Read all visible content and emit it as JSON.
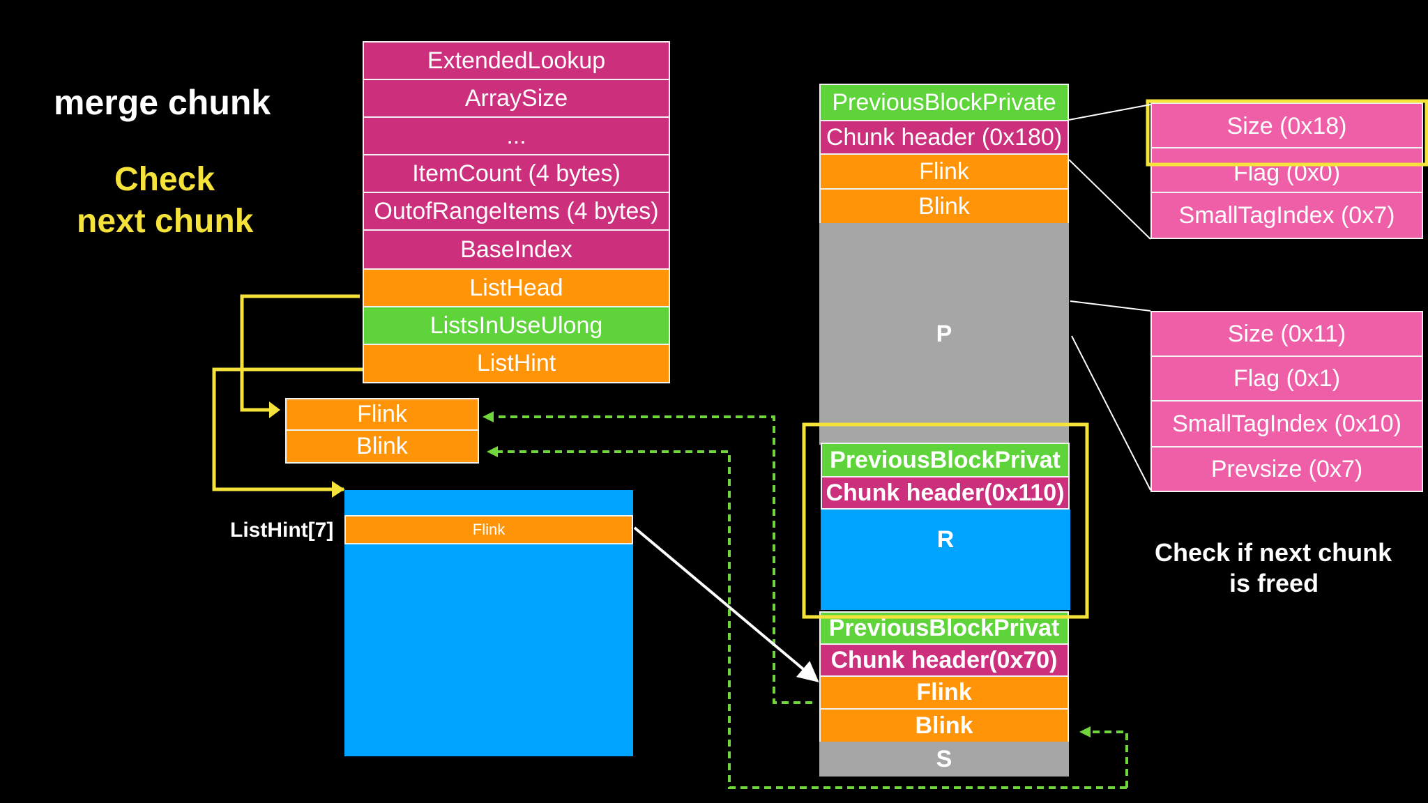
{
  "title": "merge chunk",
  "subtitle_line1": "Check",
  "subtitle_line2": "next chunk",
  "heap_struct": [
    "ExtendedLookup",
    "ArraySize",
    "...",
    "ItemCount (4 bytes)",
    "OutofRangeItems (4 bytes)",
    "BaseIndex",
    "ListHead",
    "ListsInUseUlong",
    "ListHint"
  ],
  "list_head_node": {
    "flink": "Flink",
    "blink": "Blink"
  },
  "list_hint_label": "ListHint[7]",
  "list_hint_flink": "Flink",
  "chunk_p": {
    "prev_block": "PreviousBlockPrivate",
    "header": "Chunk header (0x180)",
    "flink": "Flink",
    "blink": "Blink",
    "body": "P"
  },
  "chunk_r": {
    "prev_block": "PreviousBlockPrivat",
    "header": "Chunk header(0x110)",
    "body": "R"
  },
  "chunk_s": {
    "prev_block": "PreviousBlockPrivat",
    "header": "Chunk header(0x70)",
    "flink": "Flink",
    "blink": "Blink",
    "body": "S"
  },
  "header_fields_1": [
    "Size (0x18)",
    "Flag (0x0)",
    "SmallTagIndex (0x7)"
  ],
  "header_fields_2": [
    "Size (0x11)",
    "Flag (0x1)",
    "SmallTagIndex (0x10)",
    "Prevsize (0x7)"
  ],
  "note_line1": "Check if next chunk",
  "note_line2": "is freed",
  "colors": {
    "magenta": "#cc2f7c",
    "orange": "#ff9408",
    "green": "#5fd43a",
    "pink": "#ef5fa7",
    "blue": "#00a3ff",
    "gray": "#a6a6a6",
    "yellow_highlight": "#f5e23a",
    "dashed_arrow": "#6fd63c"
  }
}
